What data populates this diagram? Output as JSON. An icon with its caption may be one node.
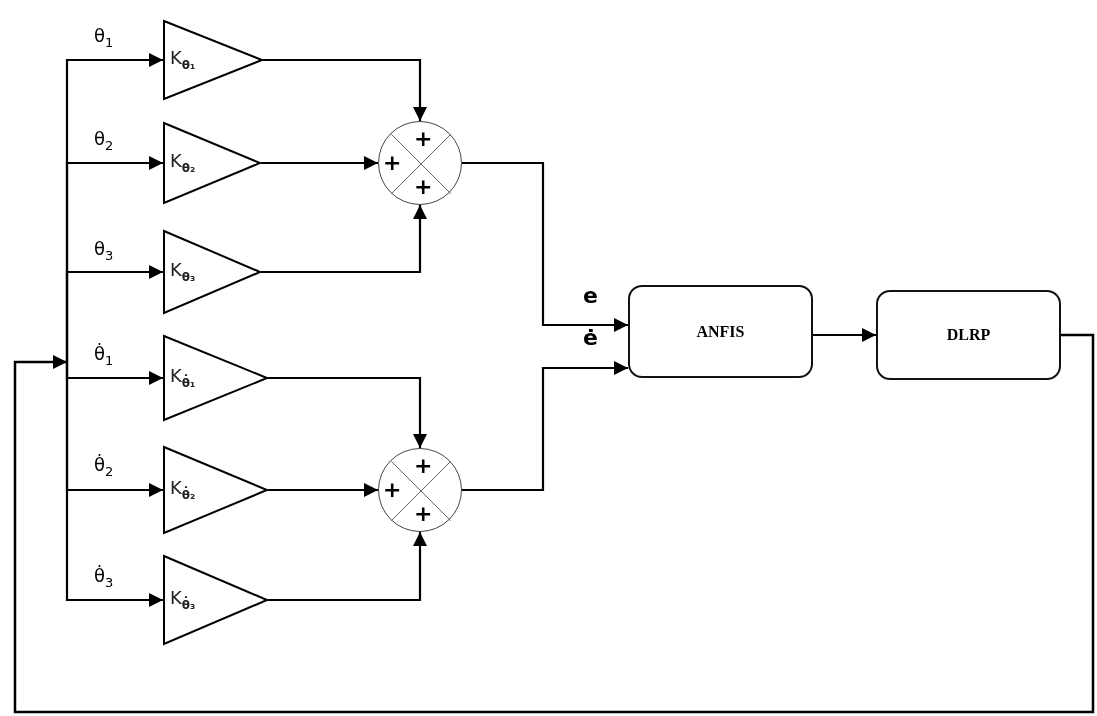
{
  "diagram": {
    "nodes": [
      {
        "text": [
          "K$_{θ₁}$"
        ]
      },
      {
        "text": [
          "K$_{θ₂}$"
        ]
      },
      {
        "text": [
          "K$_{θ₃}$"
        ]
      },
      {
        "text": [
          "K$_{θ̇₁}$"
        ]
      },
      {
        "text": [
          "K$_{θ̇₂}$"
        ]
      },
      {
        "text": [
          "K$_{θ̇₃}$"
        ]
      },
      {
        "text": [
          "+",
          "+",
          "+"
        ]
      },
      {
        "text": [
          "+",
          "+",
          "+"
        ]
      },
      {
        "text": [
          "ANFIS"
        ]
      },
      {
        "text": [
          "DLRP"
        ]
      }
    ],
    "edges": [
      {
        "from": 0,
        "to": 6,
        "arrow": "to"
      },
      {
        "from": 1,
        "to": 6,
        "arrow": "to"
      },
      {
        "from": 2,
        "to": 6,
        "arrow": "to"
      },
      {
        "from": 3,
        "to": 7,
        "arrow": "to"
      },
      {
        "from": 4,
        "to": 7,
        "arrow": "to"
      },
      {
        "from": 5,
        "to": 7,
        "arrow": "to"
      },
      {
        "from": 6,
        "to": 8,
        "arrow": "to",
        "label": "e"
      },
      {
        "from": 7,
        "to": 8,
        "arrow": "to",
        "label": "ė"
      },
      {
        "from": 8,
        "to": 9,
        "arrow": "to"
      },
      {
        "from": 9,
        "to": 0,
        "arrow": "to",
        "label": "θ$_{1}$"
      },
      {
        "from": 9,
        "to": 1,
        "arrow": "to",
        "label": "θ$_{2}$"
      },
      {
        "from": 9,
        "to": 2,
        "arrow": "to",
        "label": "θ$_{3}$"
      },
      {
        "from": 9,
        "to": 3,
        "arrow": "to",
        "label": "θ̇$_{1}$"
      },
      {
        "from": 9,
        "to": 4,
        "arrow": "to",
        "label": "θ̇$_{2}$"
      },
      {
        "from": 9,
        "to": 5,
        "arrow": "to",
        "label": "θ̇$_{3}$"
      }
    ]
  }
}
